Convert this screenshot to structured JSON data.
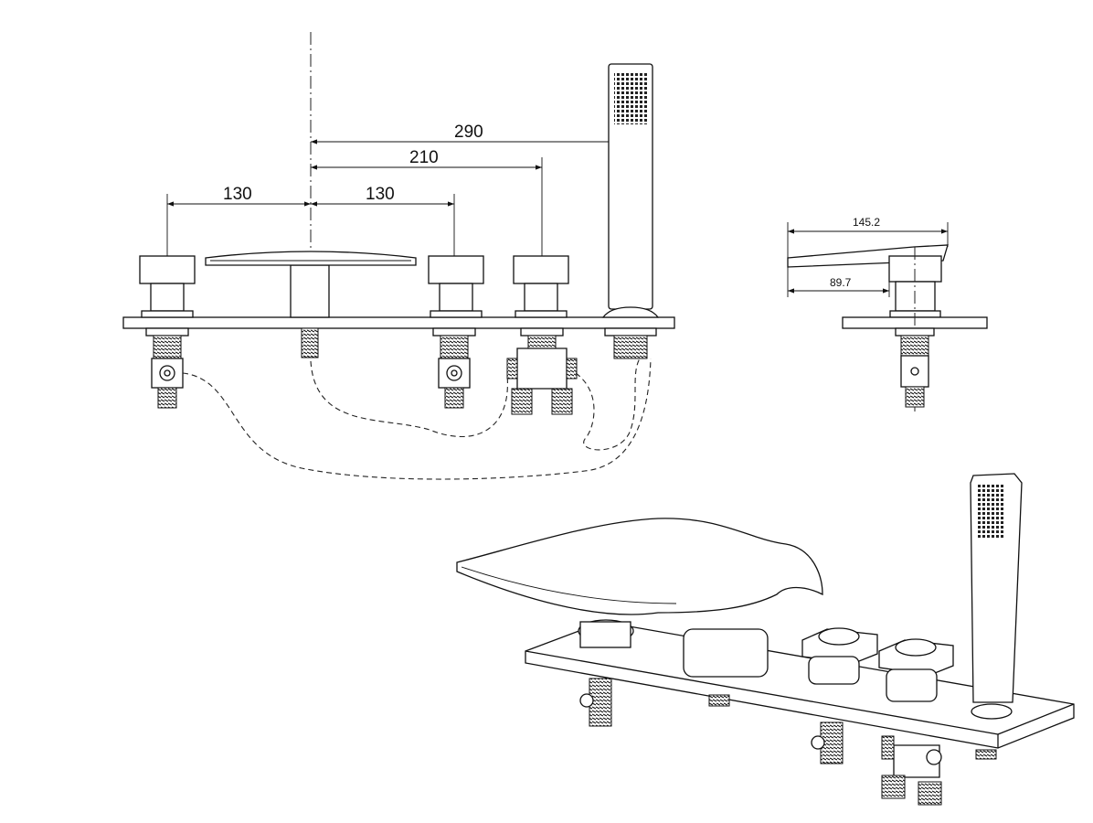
{
  "front_view": {
    "dimensions": {
      "hand_shower_offset": "290",
      "diverter_offset": "210",
      "left_handle_offset": "130",
      "right_handle_offset": "130"
    }
  },
  "side_view": {
    "dimensions": {
      "spout_reach": "145.2",
      "handle_offset": "89.7"
    }
  },
  "colors": {
    "line": "#111111",
    "background": "#ffffff"
  }
}
